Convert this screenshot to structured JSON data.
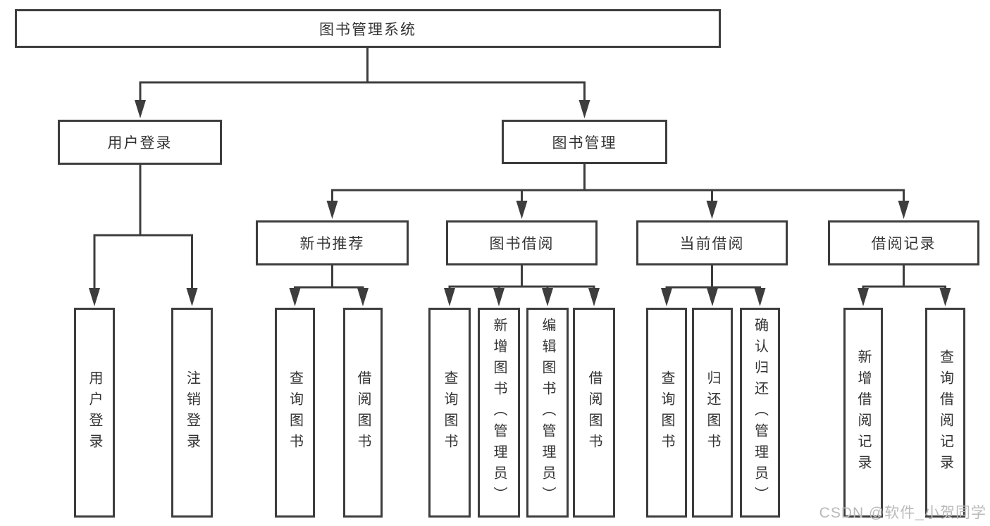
{
  "nodes": {
    "root": {
      "label": "图书管理系统"
    },
    "user_login": {
      "label": "用户登录"
    },
    "book_mgmt": {
      "label": "图书管理"
    },
    "ul_login": {
      "label": "用户登录"
    },
    "ul_logout": {
      "label": "注销登录"
    },
    "nbr": {
      "label": "新书推荐"
    },
    "bb": {
      "label": "图书借阅"
    },
    "cb": {
      "label": "当前借阅"
    },
    "br": {
      "label": "借阅记录"
    },
    "nbr_query": {
      "label": "查询图书"
    },
    "nbr_borrow": {
      "label": "借阅图书"
    },
    "bb_query": {
      "label": "查询图书"
    },
    "bb_add": {
      "label": "新增图书（管理员）"
    },
    "bb_edit": {
      "label": "编辑图书（管理员）"
    },
    "bb_borrow": {
      "label": "借阅图书"
    },
    "cb_query": {
      "label": "查询图书"
    },
    "cb_return": {
      "label": "归还图书"
    },
    "cb_confirm": {
      "label": "确认归还（管理员）"
    },
    "br_add": {
      "label": "新增借阅记录"
    },
    "br_query": {
      "label": "查询借阅记录"
    }
  },
  "watermark": {
    "text": "CSDN @软件_小贺同学"
  },
  "colors": {
    "line": "#3d3d3d",
    "border": "#3d3d3d",
    "text": "#333333",
    "watermark": "#b9b9b9",
    "background": "#ffffff"
  }
}
